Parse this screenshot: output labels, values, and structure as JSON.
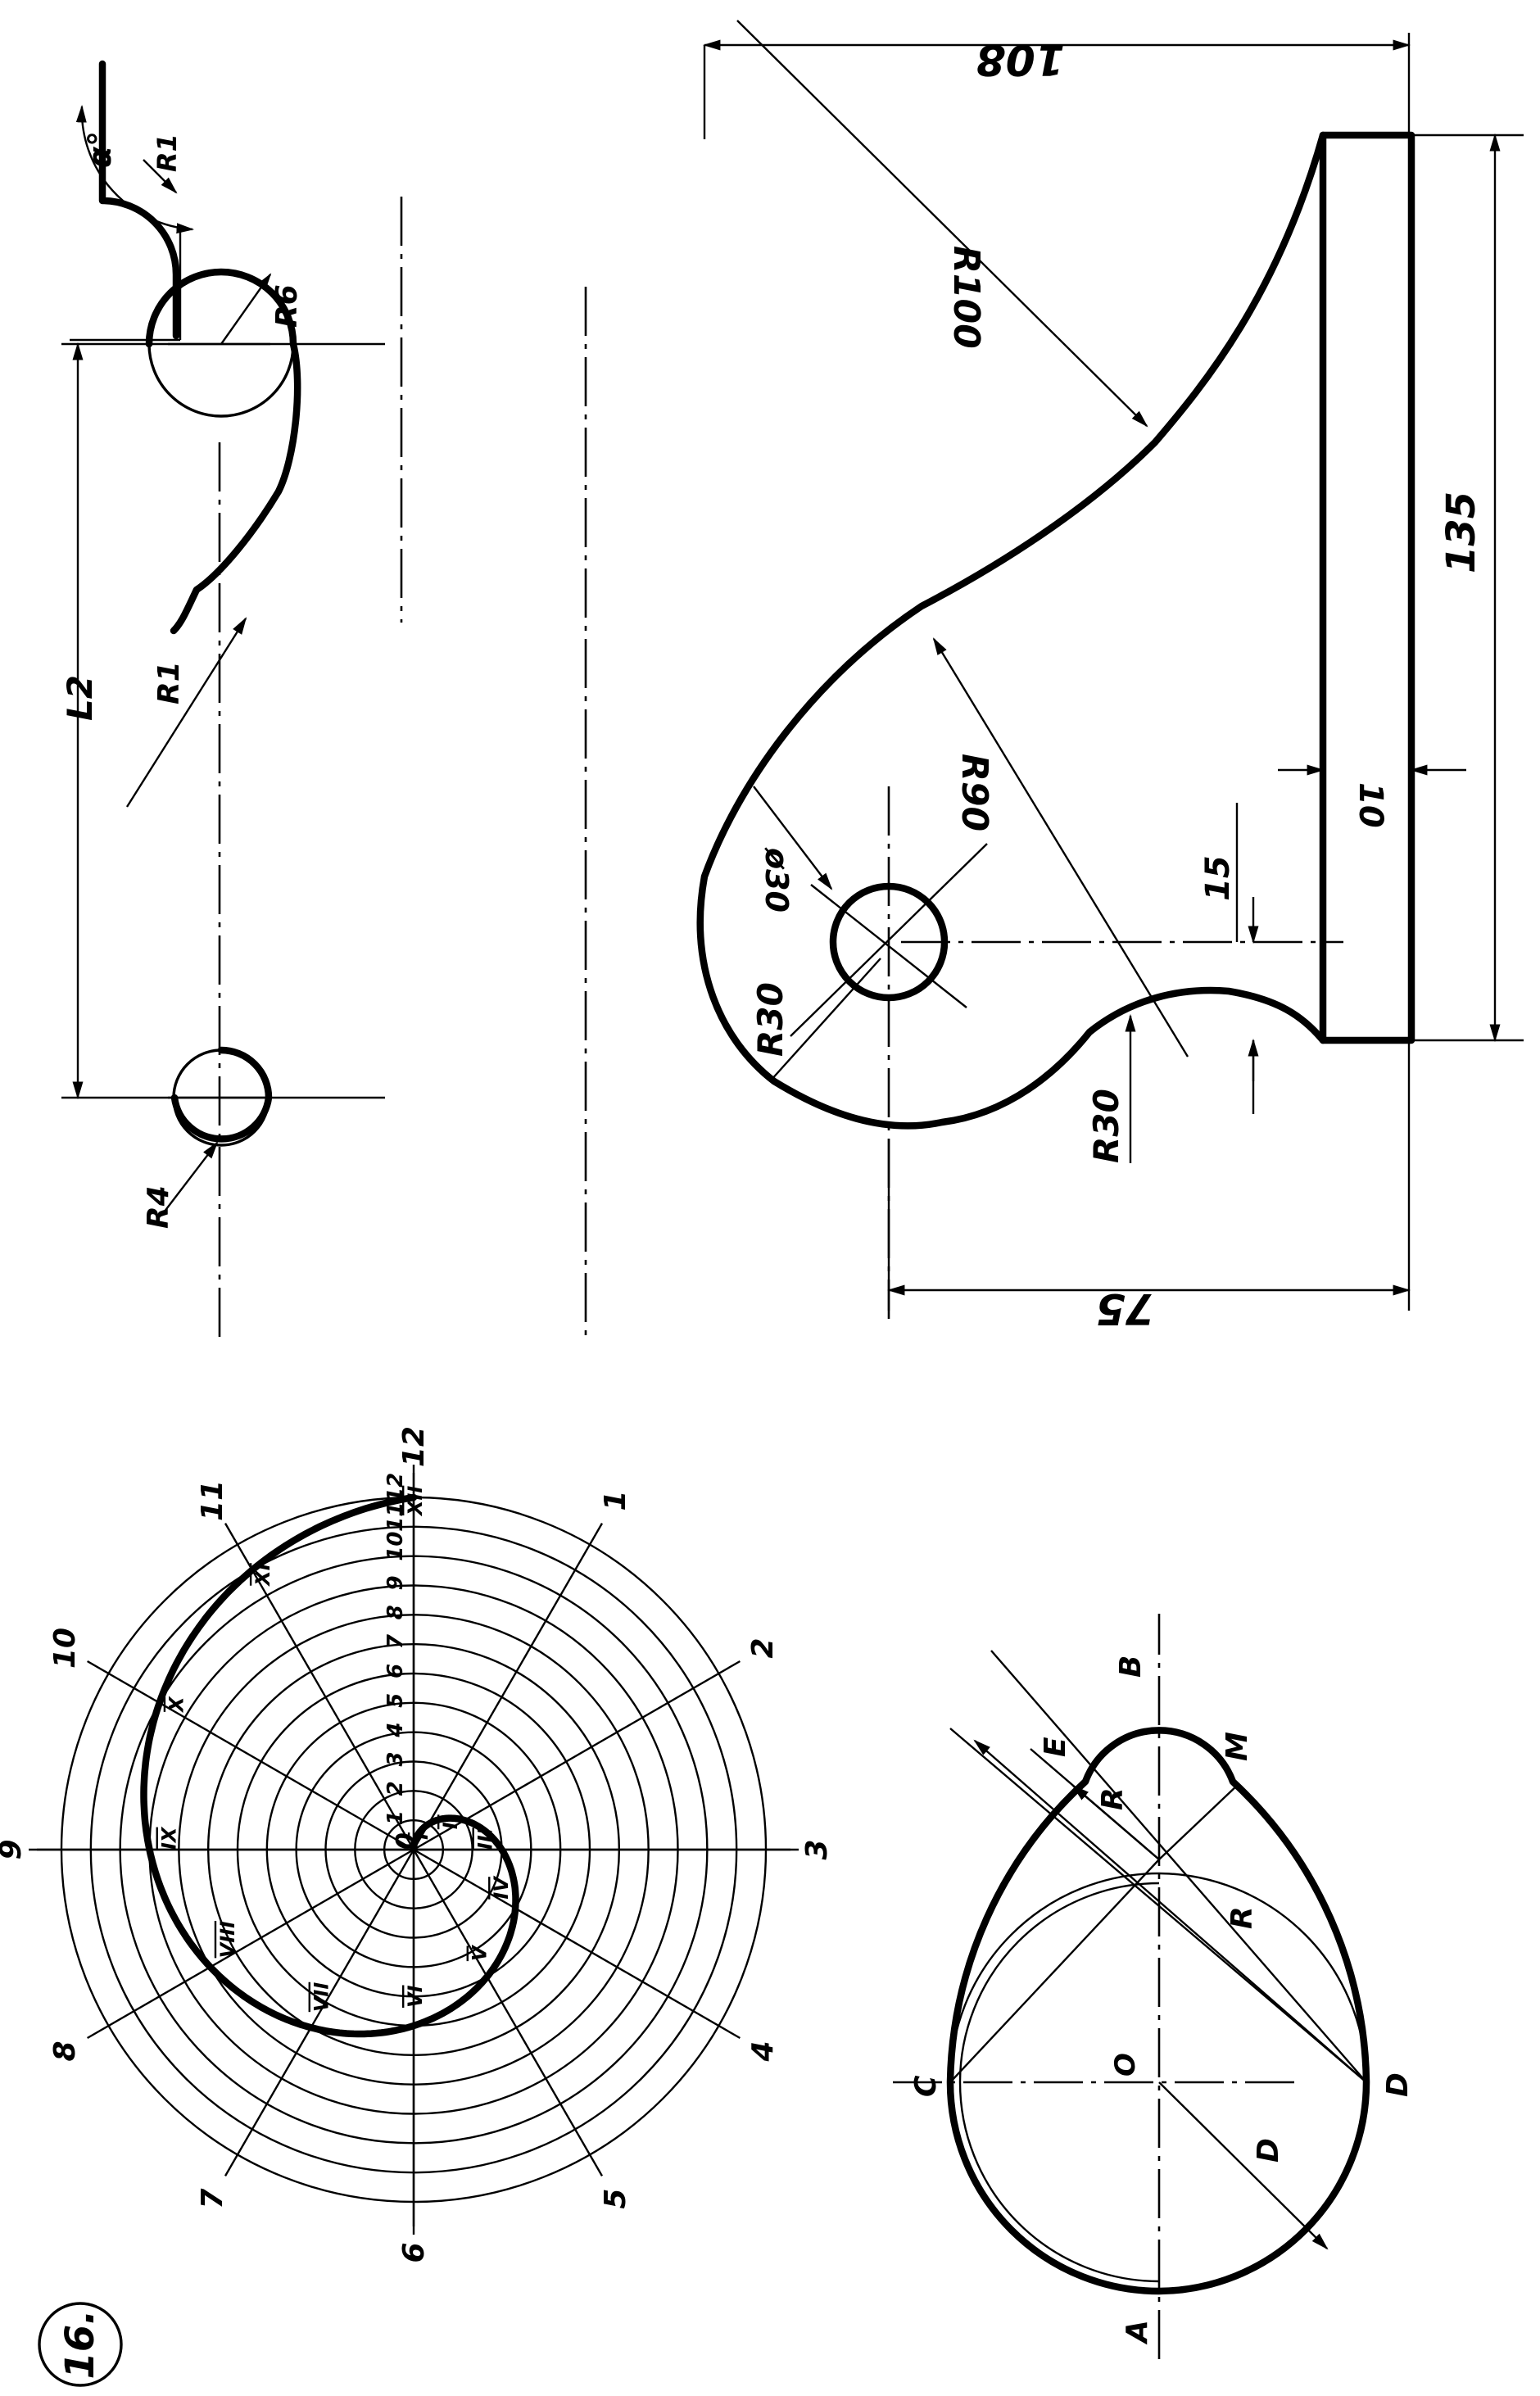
{
  "sheet": {
    "number": "16."
  },
  "spiral": {
    "ray_labels": [
      "1",
      "2",
      "3",
      "4",
      "5",
      "6",
      "7",
      "8",
      "9",
      "10",
      "11",
      "12"
    ],
    "scale_labels": [
      "1",
      "2",
      "3",
      "4",
      "5",
      "6",
      "7",
      "8",
      "9",
      "10",
      "11",
      "12"
    ],
    "center_label": "0",
    "point_labels": [
      "I",
      "II",
      "III",
      "IV",
      "V",
      "VI",
      "VII",
      "VIII",
      "IX",
      "X",
      "XI",
      "XII"
    ]
  },
  "oval": {
    "labels": {
      "A": "A",
      "B": "B",
      "C": "C",
      "D": "D",
      "E": "E",
      "M": "M",
      "O": "O"
    },
    "radius_labels": {
      "r": "R",
      "R": "R",
      "D": "D"
    }
  },
  "two_circles": {
    "r6": "R6",
    "r1": "R1",
    "r4": "R4",
    "l2": "L2"
  },
  "angle_detail": {
    "angle": "α°",
    "radius": "R1"
  },
  "part": {
    "dims": {
      "d108": "108",
      "r100": "R100",
      "d135": "135",
      "d10": "10",
      "phi30": "ø30",
      "r90": "R90",
      "d15": "15",
      "r30a": "R30",
      "r30b": "R30",
      "d75": "75"
    }
  }
}
